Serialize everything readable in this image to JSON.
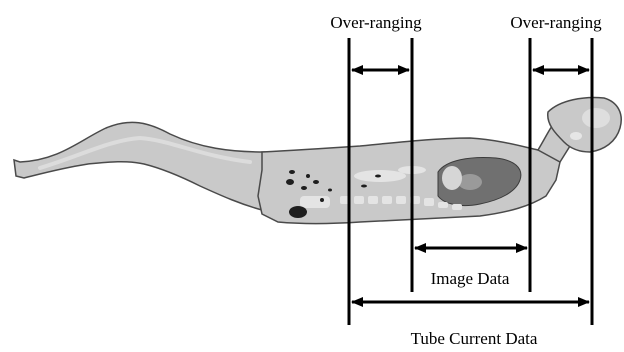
{
  "labels": {
    "overranging_left": "Over-ranging",
    "overranging_right": "Over-ranging",
    "image_data": "Image Data",
    "tube_current_data": "Tube Current Data"
  },
  "colors": {
    "body_fill": "#cbcbcb",
    "body_outline": "#4a4a4a",
    "lung_fill": "#6e6e6e",
    "bone_fill": "#e6e6e6",
    "dark_spots": "#1e1e1e",
    "lines": "#000000"
  },
  "icons": {
    "double_arrow": "double-headed-arrow"
  }
}
